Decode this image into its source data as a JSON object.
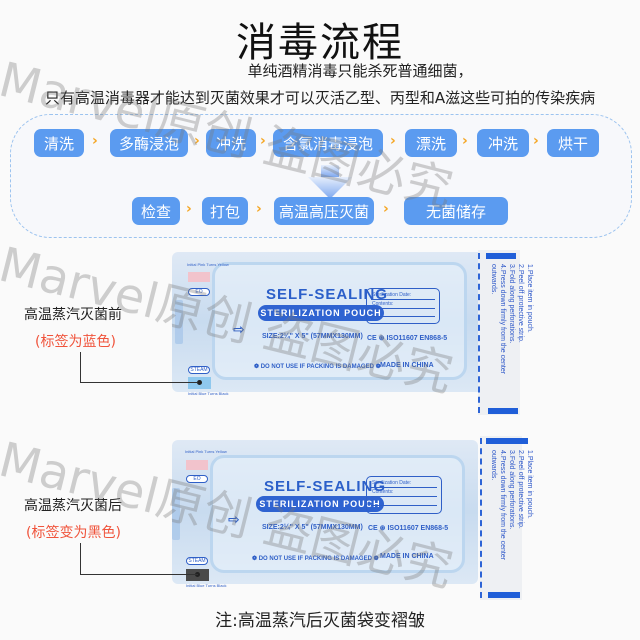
{
  "header": {
    "title": "消毒流程",
    "subtitle_line1": "单纯酒精消毒只能杀死普通细菌，",
    "subtitle_line2": "只有高温消毒器才能达到灭菌效果才可以灭活乙型、丙型和A滋这些可拍的传染疾病"
  },
  "flow": {
    "row1": [
      "清洗",
      "多酶浸泡",
      "冲洗",
      "含氯消毒浸泡",
      "漂洗",
      "冲洗",
      "烘干"
    ],
    "row2": [
      "检查",
      "打包",
      "高温高压灭菌",
      "无菌储存"
    ],
    "separator_glyph": "›",
    "colors": {
      "step_bg": "#5b9bf0",
      "step_text": "#ffffff",
      "chevron": "#f5a623",
      "border": "#9cc3ef"
    }
  },
  "before": {
    "label": "高温蒸汽灭菌前",
    "note": "(标签为蓝色)",
    "indicator_color": "#8fc8ee"
  },
  "after": {
    "label": "高温蒸汽灭菌后",
    "note": "(标签变为黑色)",
    "indicator_color": "#4a4a4a"
  },
  "pouch": {
    "brand": "SELF-SEALING",
    "type": "STERILIZATION POUCH",
    "size": "SIZE:2¼\" X 5\" (57MMX130MM)",
    "warning": "❁ DO NOT USE IF PACKING IS DAMAGED ❁",
    "origin": "MADE IN CHINA",
    "certs": "CE ⊛ ISO11607  EN868-5",
    "form_date": "Sterilization Date:",
    "form_contents": "Contents:",
    "eo_label": "EO",
    "steam_label": "STEAM",
    "pink_text": "Initial Pink Turns Yellow",
    "blue_text": "Initial Blue Turns Black",
    "instructions": [
      "1.Place item in pouch.",
      "2.Peel off protective strip.",
      "3.Fold along perforations.",
      "4.Press down firmly from the center outwards."
    ]
  },
  "footer": {
    "note": "注:高温蒸汽后灭菌袋变褶皱"
  },
  "watermark": {
    "line1": "Marvel原创  盗图必究"
  }
}
